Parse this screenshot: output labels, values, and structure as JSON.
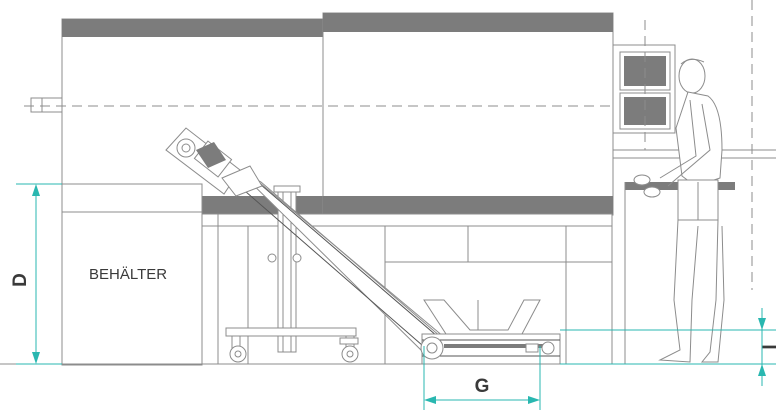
{
  "labels": {
    "container": "BEHÄLTER",
    "dim_d": "D",
    "dim_g": "G",
    "dim_right": "I"
  },
  "colors": {
    "dimension": "#29b7b0",
    "line": "#8c8c8c",
    "band": "#7c7c7c"
  }
}
